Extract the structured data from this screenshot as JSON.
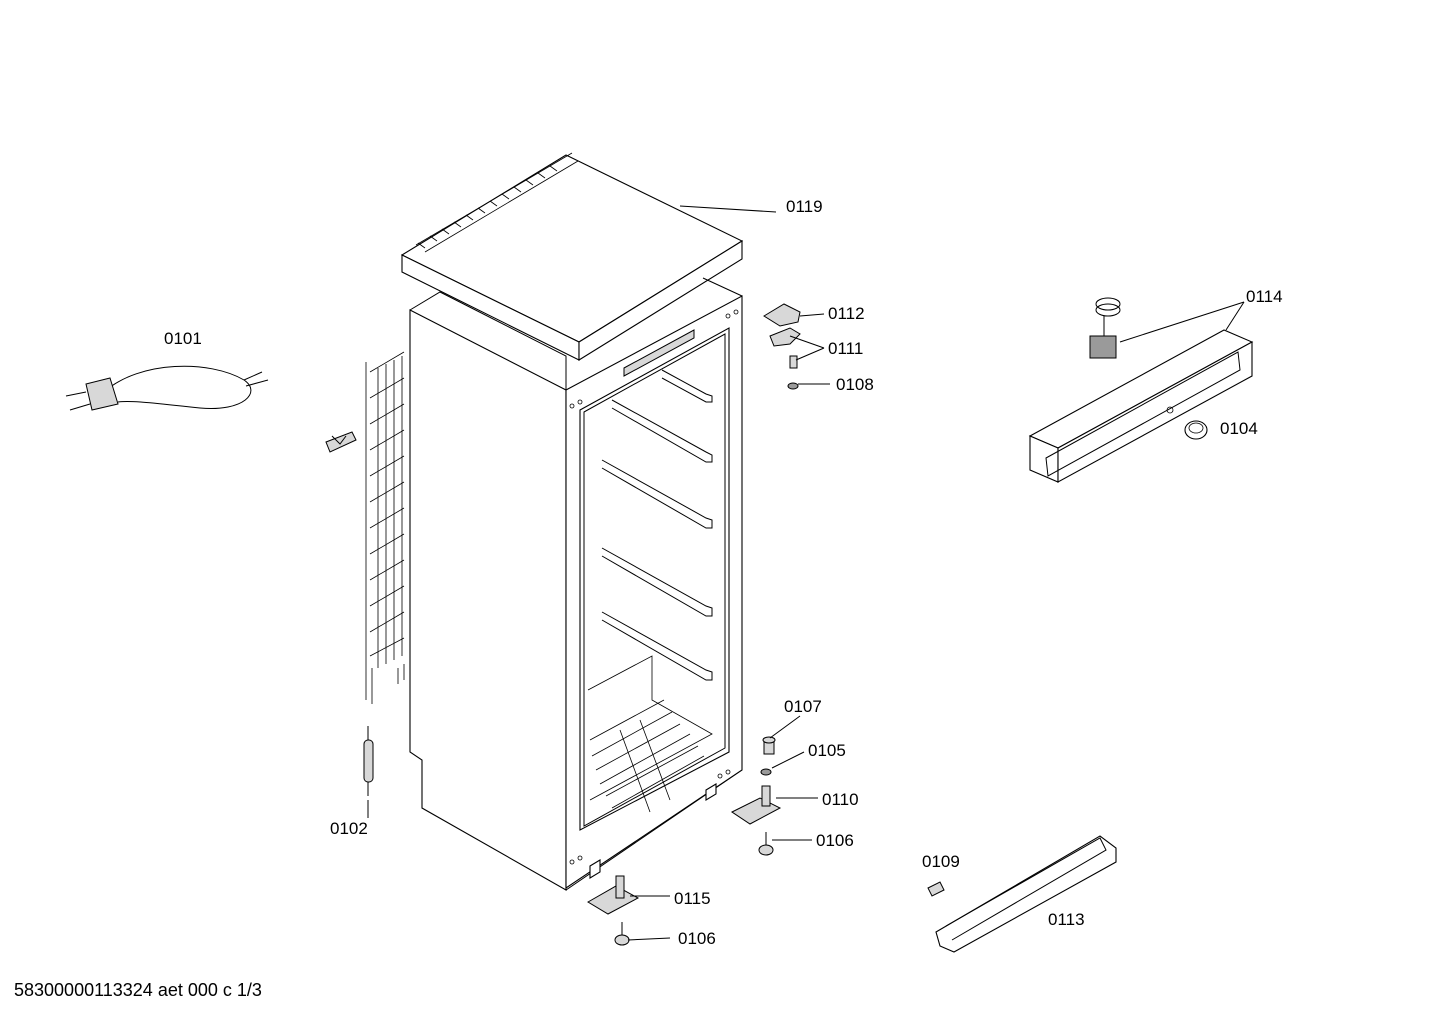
{
  "diagram": {
    "callouts": [
      {
        "id": "0119",
        "label": "0119"
      },
      {
        "id": "0101",
        "label": "0101"
      },
      {
        "id": "0112",
        "label": "0112"
      },
      {
        "id": "0111",
        "label": "0111"
      },
      {
        "id": "0108",
        "label": "0108"
      },
      {
        "id": "0114",
        "label": "0114"
      },
      {
        "id": "0104",
        "label": "0104"
      },
      {
        "id": "0107",
        "label": "0107"
      },
      {
        "id": "0105",
        "label": "0105"
      },
      {
        "id": "0110",
        "label": "0110"
      },
      {
        "id": "0106a",
        "label": "0106"
      },
      {
        "id": "0102",
        "label": "0102"
      },
      {
        "id": "0109",
        "label": "0109"
      },
      {
        "id": "0113",
        "label": "0113"
      },
      {
        "id": "0115",
        "label": "0115"
      },
      {
        "id": "0106b",
        "label": "0106"
      }
    ]
  },
  "footer": {
    "document_code": "58300000113324 aet 000 c 1/3"
  }
}
